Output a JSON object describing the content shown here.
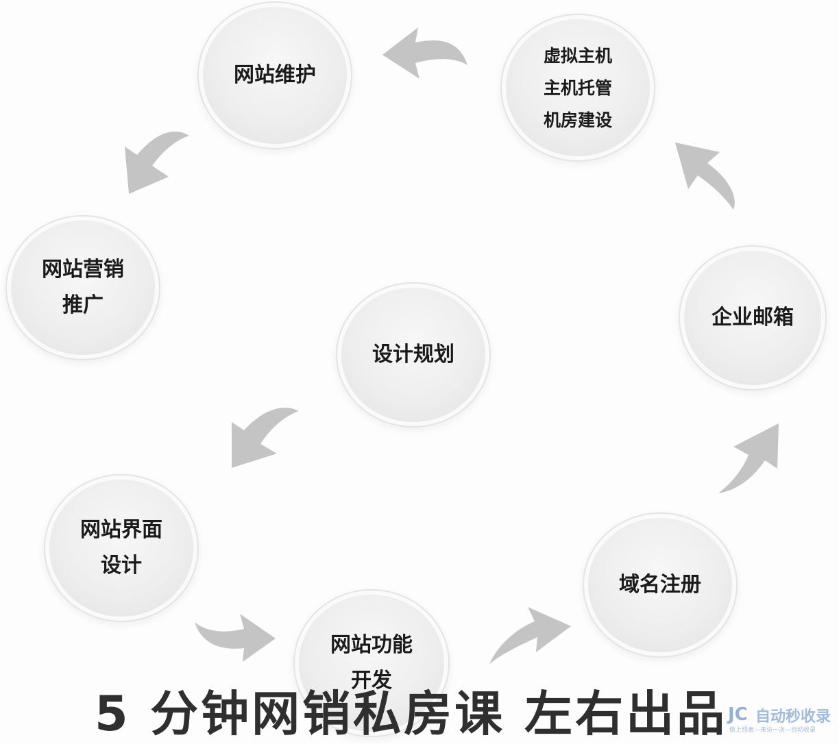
{
  "nodes": {
    "maintenance": [
      "网站维护"
    ],
    "hosting": [
      "虚拟主机",
      "主机托管",
      "机房建设"
    ],
    "marketing": [
      "网站营销",
      "推广"
    ],
    "email": [
      "企业邮箱"
    ],
    "planning": [
      "设计规划"
    ],
    "ui_design": [
      "网站界面",
      "设计"
    ],
    "domain": [
      "域名注册"
    ],
    "development": [
      "网站功能",
      "开发"
    ]
  },
  "banner": {
    "part1": "5 分钟网销私房课",
    "part2": "左右出品"
  },
  "watermark": {
    "logo": "JC",
    "title": "自动秒收录",
    "subtitle": "做上线者—来访一次—自动收录"
  },
  "colors": {
    "arrow": "#c4c4c4",
    "text": "#1a1a1a",
    "banner_text": "#2f2f2f"
  }
}
